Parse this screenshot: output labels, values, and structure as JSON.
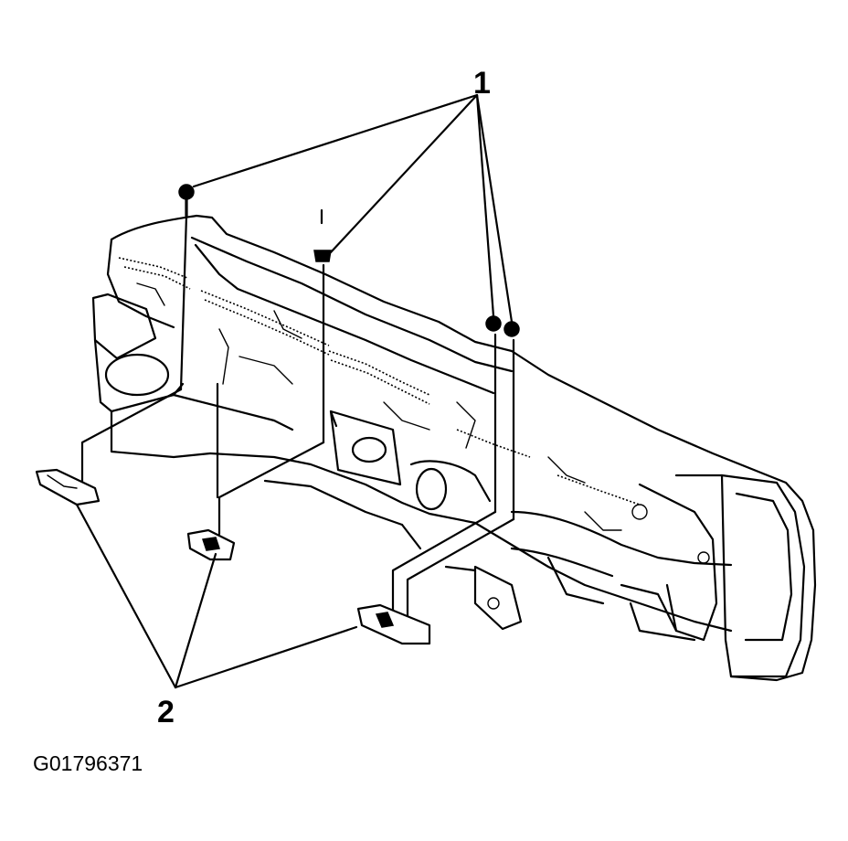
{
  "callouts": {
    "one": "1",
    "two": "2"
  },
  "figure_id": "G01796371",
  "colors": {
    "ink": "#000000",
    "background": "#ffffff"
  }
}
